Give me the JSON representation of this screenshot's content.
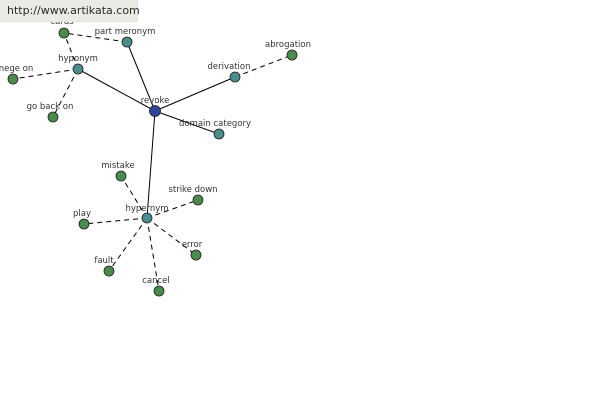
{
  "banner": {
    "url": "http://www.artikata.com"
  },
  "colors": {
    "center": "#33419a",
    "relation": "#4b8c8c",
    "leaf": "#4a8a4a",
    "edge": "#000000"
  },
  "graph": {
    "center": "revoke",
    "nodes": [
      {
        "id": "revoke",
        "label": "revoke",
        "kind": "center"
      },
      {
        "id": "hyponym",
        "label": "hyponym",
        "kind": "relation"
      },
      {
        "id": "part-meronym",
        "label": "part meronym",
        "kind": "relation"
      },
      {
        "id": "derivation",
        "label": "derivation",
        "kind": "relation"
      },
      {
        "id": "domain-category",
        "label": "domain category",
        "kind": "relation"
      },
      {
        "id": "hypernym",
        "label": "hypernym",
        "kind": "relation"
      },
      {
        "id": "cards",
        "label": "cards",
        "kind": "leaf"
      },
      {
        "id": "renege-on",
        "label": "nege on",
        "kind": "leaf"
      },
      {
        "id": "go-back-on",
        "label": "go back on",
        "kind": "leaf"
      },
      {
        "id": "abrogation",
        "label": "abrogation",
        "kind": "leaf"
      },
      {
        "id": "mistake",
        "label": "mistake",
        "kind": "leaf"
      },
      {
        "id": "strike-down",
        "label": "strike down",
        "kind": "leaf"
      },
      {
        "id": "play",
        "label": "play",
        "kind": "leaf"
      },
      {
        "id": "error",
        "label": "error",
        "kind": "leaf"
      },
      {
        "id": "fault",
        "label": "fault",
        "kind": "leaf"
      },
      {
        "id": "cancel",
        "label": "cancel",
        "kind": "leaf"
      }
    ],
    "edges": [
      {
        "from": "revoke",
        "to": "hyponym",
        "style": "solid"
      },
      {
        "from": "revoke",
        "to": "part-meronym",
        "style": "solid"
      },
      {
        "from": "revoke",
        "to": "derivation",
        "style": "solid"
      },
      {
        "from": "revoke",
        "to": "domain-category",
        "style": "solid"
      },
      {
        "from": "revoke",
        "to": "hypernym",
        "style": "solid"
      },
      {
        "from": "hyponym",
        "to": "cards",
        "style": "dashed"
      },
      {
        "from": "hyponym",
        "to": "renege-on",
        "style": "dashed"
      },
      {
        "from": "hyponym",
        "to": "go-back-on",
        "style": "dashed"
      },
      {
        "from": "part-meronym",
        "to": "cards",
        "style": "dashed"
      },
      {
        "from": "derivation",
        "to": "abrogation",
        "style": "dashed"
      },
      {
        "from": "hypernym",
        "to": "mistake",
        "style": "dashed"
      },
      {
        "from": "hypernym",
        "to": "strike-down",
        "style": "dashed"
      },
      {
        "from": "hypernym",
        "to": "play",
        "style": "dashed"
      },
      {
        "from": "hypernym",
        "to": "error",
        "style": "dashed"
      },
      {
        "from": "hypernym",
        "to": "fault",
        "style": "dashed"
      },
      {
        "from": "hypernym",
        "to": "cancel",
        "style": "dashed"
      }
    ]
  }
}
